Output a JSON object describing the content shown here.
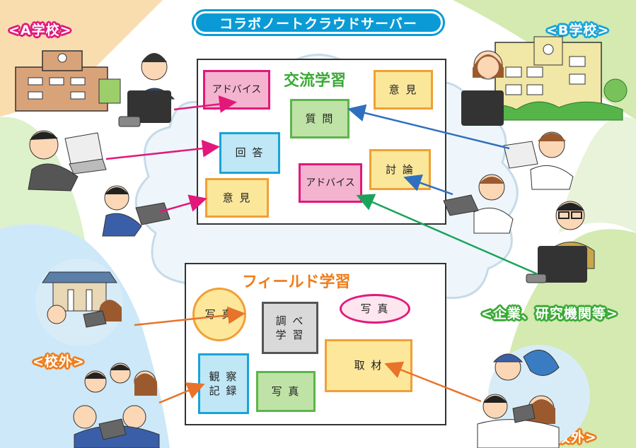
{
  "title": "コラボノートクラウドサーバー",
  "labels": {
    "school_a": "<A学校>",
    "school_b": "<B学校>",
    "company": "<企業、研究機関等>",
    "outside_left": "<校外>",
    "outside_right": "<校外>"
  },
  "exchange": {
    "title": "交流学習",
    "notes": {
      "advice_1": "アドバイス",
      "opinion_1": "意 見",
      "question": "質 問",
      "answer": "回 答",
      "discussion": "討 論",
      "advice_2": "アドバイス",
      "opinion_2": "意 見"
    }
  },
  "field": {
    "title": "フィールド学習",
    "notes": {
      "photo_circle": "写 真",
      "research": "調 べ\n学 習",
      "photo_oval": "写 真",
      "interview": "取 材",
      "observation": "観 察\n記 録",
      "photo_rect": "写 真"
    }
  },
  "colors": {
    "title_blue": "#0a9bd6",
    "exchange_green": "#3aa935",
    "field_orange": "#ef7d1a",
    "badge_pink": "#e2187b",
    "badge_blue": "#1aa3d9",
    "badge_green": "#3aa935",
    "badge_orange": "#ef7d1a",
    "arrow_pink": "#e2187b",
    "arrow_blue": "#2f6fbf",
    "arrow_green": "#1aa35a",
    "arrow_orange": "#e8732a"
  },
  "icons": [
    "cloud-icon",
    "school-building-icon",
    "person-at-computer-icon",
    "person-with-laptop-icon",
    "person-with-tablet-icon",
    "teacher-at-computer-icon",
    "shrine-icon",
    "group-with-camera-icon",
    "fisherman-interview-icon"
  ]
}
